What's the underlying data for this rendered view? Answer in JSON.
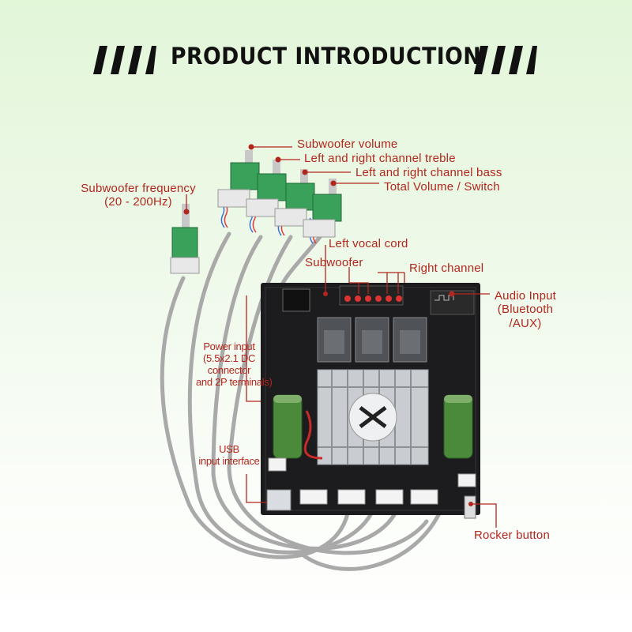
{
  "header": {
    "title": "PRODUCT INTRODUCTION"
  },
  "labels": {
    "subwoofer_volume": "Subwoofer volume",
    "lr_treble": "Left and right channel treble",
    "lr_bass": "Left and right channel bass",
    "total_volume": "Total Volume / Switch",
    "subwoofer_frequency_line1": "Subwoofer frequency",
    "subwoofer_frequency_line2": "(20 - 200Hz)",
    "left_vocal_cord": "Left vocal cord",
    "subwoofer": "Subwoofer",
    "right_channel": "Right channel",
    "audio_input_line1": "Audio Input",
    "audio_input_line2": "(Bluetooth",
    "audio_input_line3": "/AUX)",
    "power_input_line1": "Power input",
    "power_input_line2": "(5.5x2.1 DC",
    "power_input_line3": "connector",
    "power_input_line4": "and 2P terminals)",
    "usb_line1": "USB",
    "usb_line2": "input interface",
    "rocker_button": "Rocker button"
  },
  "colors": {
    "label_red": "#b3261e",
    "pcb": "#1c1c1e",
    "pot_green": "#3aa15a",
    "capacitor_green": "#4a8a3a",
    "cable_gray": "#a9a9a9"
  }
}
